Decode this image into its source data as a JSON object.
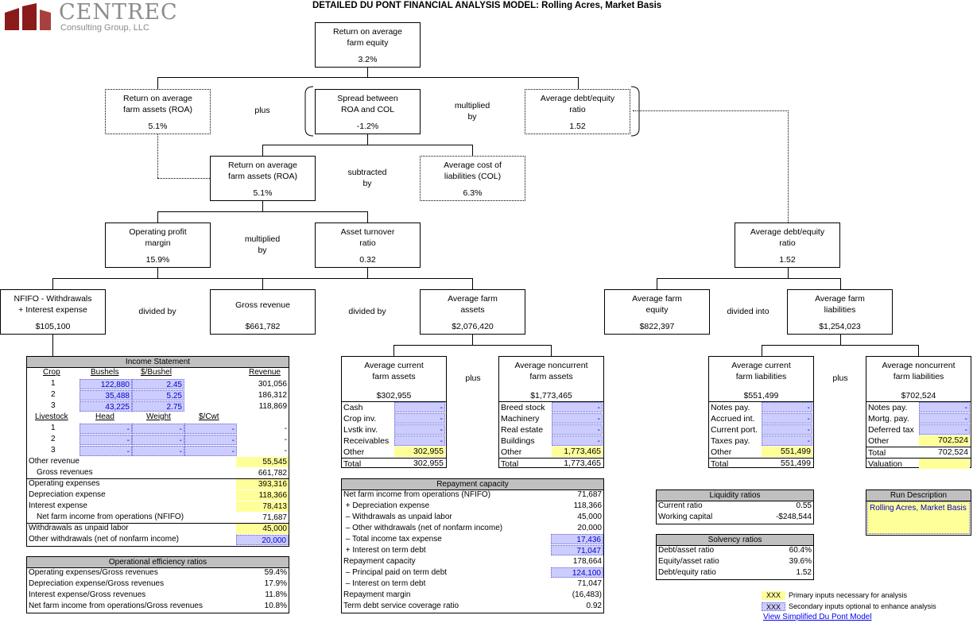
{
  "header": {
    "logo_main": "CENTREC",
    "logo_sub": "Consulting Group, LLC",
    "title": "DETAILED DU PONT FINANCIAL ANALYSIS MODEL: Rolling Acres, Market Basis"
  },
  "tree": {
    "roe": {
      "label": "Return on average\nfarm equity",
      "value": "3.2%"
    },
    "roa_top": {
      "label": "Return on average\nfarm assets (ROA)",
      "value": "5.1%"
    },
    "spread": {
      "label": "Spread between\nROA and COL",
      "value": "-1.2%"
    },
    "de_top": {
      "label": "Average debt/equity\nratio",
      "value": "1.52"
    },
    "roa_mid": {
      "label": "Return on average\nfarm assets (ROA)",
      "value": "5.1%"
    },
    "col": {
      "label": "Average cost of\nliabilities (COL)",
      "value": "6.3%"
    },
    "opm": {
      "label": "Operating profit\nmargin",
      "value": "15.9%"
    },
    "atr": {
      "label": "Asset turnover\nratio",
      "value": "0.32"
    },
    "de_right": {
      "label": "Average debt/equity\nratio",
      "value": "1.52"
    },
    "nfifo": {
      "label": "NFIFO - Withdrawals\n+ Interest expense",
      "value": "$105,100"
    },
    "gross": {
      "label": "Gross revenue",
      "value": "$661,782"
    },
    "avg_assets": {
      "label": "Average farm\nassets",
      "value": "$2,076,420"
    },
    "avg_equity": {
      "label": "Average farm\nequity",
      "value": "$822,397"
    },
    "avg_liab": {
      "label": "Average farm\nliabilities",
      "value": "$1,254,023"
    },
    "cur_assets": {
      "label": "Average current\nfarm assets",
      "value": "$302,955"
    },
    "noncur_assets": {
      "label": "Average noncurrent\nfarm assets",
      "value": "$1,773,465"
    },
    "cur_liab": {
      "label": "Average current\nfarm liabilities",
      "value": "$551,499"
    },
    "noncur_liab": {
      "label": "Average noncurrent\nfarm liabilities",
      "value": "$702,524"
    }
  },
  "operators": {
    "plus1": "plus",
    "mult1": "multiplied\nby",
    "sub": "subtracted\nby",
    "mult2": "multiplied\nby",
    "div1": "divided by",
    "div2": "divided by",
    "divinto": "divided into",
    "plus2": "plus",
    "plus3": "plus"
  },
  "income": {
    "title": "Income Statement",
    "crop_h": "Crop",
    "bushels_h": "Bushels",
    "pbushel_h": "$/Bushel",
    "revenue_h": "Revenue",
    "crops": [
      {
        "n": "1",
        "b": "122,880",
        "p": "2.45",
        "r": "301,056"
      },
      {
        "n": "2",
        "b": "35,488",
        "p": "5.25",
        "r": "186,312"
      },
      {
        "n": "3",
        "b": "43,225",
        "p": "2.75",
        "r": "118,869"
      }
    ],
    "live_h": "Livestock",
    "head_h": "Head",
    "weight_h": "Weight",
    "cwt_h": "$/Cwt",
    "livestock": [
      {
        "n": "1",
        "h": "-",
        "w": "-",
        "c": "-",
        "r": "-"
      },
      {
        "n": "2",
        "h": "-",
        "w": "-",
        "c": "-",
        "r": "-"
      },
      {
        "n": "3",
        "h": "-",
        "w": "-",
        "c": "-",
        "r": "-"
      }
    ],
    "other_rev": {
      "l": "Other revenue",
      "v": "55,545"
    },
    "gross_rev": {
      "l": "Gross revenues",
      "v": "661,782"
    },
    "opex": {
      "l": "Operating expenses",
      "v": "393,316"
    },
    "dep": {
      "l": "Depreciation expense",
      "v": "118,366"
    },
    "int": {
      "l": "Interest expense",
      "v": "78,413"
    },
    "nfifo": {
      "l": "Net farm income from operations (NFIFO)",
      "v": "71,687"
    },
    "withdraw": {
      "l": "Withdrawals as unpaid labor",
      "v": "45,000"
    },
    "otherwd": {
      "l": "Other withdrawals (net of nonfarm income)",
      "v": "20,000"
    }
  },
  "efficiency": {
    "title": "Operational efficiency ratios",
    "rows": [
      {
        "l": "Operating expenses/Gross revenues",
        "v": "59.4%"
      },
      {
        "l": "Depreciation expense/Gross revenues",
        "v": "17.9%"
      },
      {
        "l": "Interest expense/Gross revenues",
        "v": "11.8%"
      },
      {
        "l": "Net farm income from operations/Gross revenues",
        "v": "10.8%"
      }
    ]
  },
  "cur_assets_tbl": {
    "rows": [
      {
        "l": "Cash",
        "v": "-"
      },
      {
        "l": "Crop inv.",
        "v": "-"
      },
      {
        "l": "Lvstk inv.",
        "v": "-"
      },
      {
        "l": "Receivables",
        "v": "-"
      },
      {
        "l": "Other",
        "v": "302,955"
      }
    ],
    "total": {
      "l": "Total",
      "v": "302,955"
    }
  },
  "noncur_assets_tbl": {
    "rows": [
      {
        "l": "Breed stock",
        "v": "-"
      },
      {
        "l": "Machinery",
        "v": "-"
      },
      {
        "l": "Real estate",
        "v": "-"
      },
      {
        "l": "Buildings",
        "v": "-"
      },
      {
        "l": "Other",
        "v": "1,773,465"
      }
    ],
    "total": {
      "l": "Total",
      "v": "1,773,465"
    }
  },
  "cur_liab_tbl": {
    "rows": [
      {
        "l": "Notes pay.",
        "v": "-"
      },
      {
        "l": "Accrued int.",
        "v": "-"
      },
      {
        "l": "Current port.",
        "v": "-"
      },
      {
        "l": "Taxes pay.",
        "v": "-"
      },
      {
        "l": "Other",
        "v": "551,499"
      }
    ],
    "total": {
      "l": "Total",
      "v": "551,499"
    }
  },
  "noncur_liab_tbl": {
    "rows": [
      {
        "l": "Notes pay.",
        "v": "-"
      },
      {
        "l": "Mortg. pay.",
        "v": "-"
      },
      {
        "l": "Deferred tax",
        "v": "-"
      },
      {
        "l": "Other",
        "v": "702,524"
      }
    ],
    "total": {
      "l": "Total",
      "v": "702,524"
    },
    "valuation": "Valuation"
  },
  "repayment": {
    "title": "Repayment capacity",
    "rows": [
      {
        "l": "Net farm income from operations (NFIFO)",
        "v": "71,687"
      },
      {
        "l": " + Depreciation expense",
        "v": "118,366"
      },
      {
        "l": " – Withdrawals as unpaid labor",
        "v": "45,000"
      },
      {
        "l": " – Other withdrawals (net of nonfarm income)",
        "v": "20,000"
      },
      {
        "l": " – Total income tax expense",
        "v": "17,436"
      },
      {
        "l": " + Interest on term debt",
        "v": "71,047"
      },
      {
        "l": "Repayment capacity",
        "v": "178,664"
      },
      {
        "l": " – Principal paid on term debt",
        "v": "124,100"
      },
      {
        "l": " – Interest on term debt",
        "v": "71,047"
      },
      {
        "l": "Repayment margin",
        "v": "(16,483)"
      },
      {
        "l": "Term debt service coverage ratio",
        "v": "0.92"
      }
    ]
  },
  "liquidity": {
    "title": "Liquidity ratios",
    "rows": [
      {
        "l": "Current ratio",
        "v": "0.55"
      },
      {
        "l": "Working capital",
        "v": "-$248,544"
      }
    ]
  },
  "solvency": {
    "title": "Solvency ratios",
    "rows": [
      {
        "l": "Debt/asset ratio",
        "v": "60.4%"
      },
      {
        "l": "Equity/asset ratio",
        "v": "39.6%"
      },
      {
        "l": "Debt/equity ratio",
        "v": "1.52"
      }
    ]
  },
  "run": {
    "title": "Run Description",
    "text": "Rolling Acres, Market Basis"
  },
  "legend": {
    "sample": "XXX",
    "primary": "Primary inputs necessary for analysis",
    "secondary": "Secondary inputs optional to enhance analysis",
    "link": "View Simplified Du Pont Model"
  },
  "colors": {
    "primary_input": "#ffff99",
    "secondary_input": "#ccccff",
    "header_gray": "#c0c0c0",
    "logo_red": "#8b1a1a"
  }
}
